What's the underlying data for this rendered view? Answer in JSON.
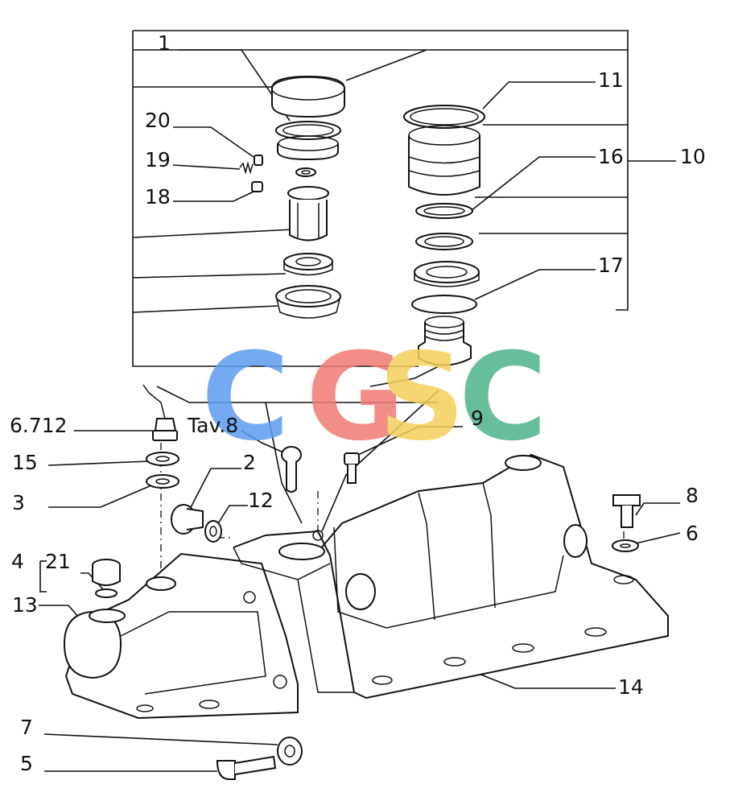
{
  "callouts": [
    {
      "id": "1",
      "text": "1"
    },
    {
      "id": "20",
      "text": "20"
    },
    {
      "id": "19",
      "text": "19"
    },
    {
      "id": "18",
      "text": "18"
    },
    {
      "id": "11",
      "text": "11"
    },
    {
      "id": "16",
      "text": "16"
    },
    {
      "id": "10",
      "text": "10"
    },
    {
      "id": "17",
      "text": "17"
    },
    {
      "id": "6712",
      "text": "6.712"
    },
    {
      "id": "tav8",
      "text": "Tav.8"
    },
    {
      "id": "9",
      "text": "9"
    },
    {
      "id": "15",
      "text": "15"
    },
    {
      "id": "2",
      "text": "2"
    },
    {
      "id": "12",
      "text": "12"
    },
    {
      "id": "3",
      "text": "3"
    },
    {
      "id": "8",
      "text": "8"
    },
    {
      "id": "6",
      "text": "6"
    },
    {
      "id": "4",
      "text": "4"
    },
    {
      "id": "21",
      "text": "21"
    },
    {
      "id": "13",
      "text": "13"
    },
    {
      "id": "14",
      "text": "14"
    },
    {
      "id": "7",
      "text": "7"
    },
    {
      "id": "5",
      "text": "5"
    }
  ],
  "watermark": {
    "letters": [
      "C",
      "G",
      "S",
      "C"
    ],
    "colors": [
      "#5b9cf0",
      "#f07b73",
      "#f5d05a",
      "#4db38a"
    ]
  }
}
